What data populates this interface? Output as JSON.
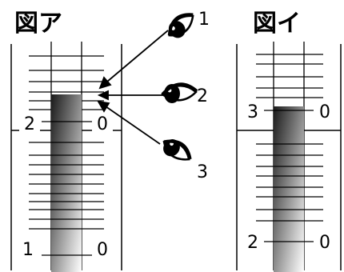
{
  "figure_a": {
    "title": "図ア",
    "scale_labels": {
      "upper_left": "2",
      "upper_right": "0",
      "lower_left": "1",
      "lower_right": "0"
    },
    "eyes": [
      {
        "number": "1",
        "view": "from-above"
      },
      {
        "number": "2",
        "view": "level"
      },
      {
        "number": "3",
        "view": "from-below"
      }
    ]
  },
  "figure_b": {
    "title": "図イ",
    "scale_labels": {
      "upper_left": "3",
      "upper_right": "0",
      "lower_left": "2",
      "lower_right": "0"
    }
  }
}
